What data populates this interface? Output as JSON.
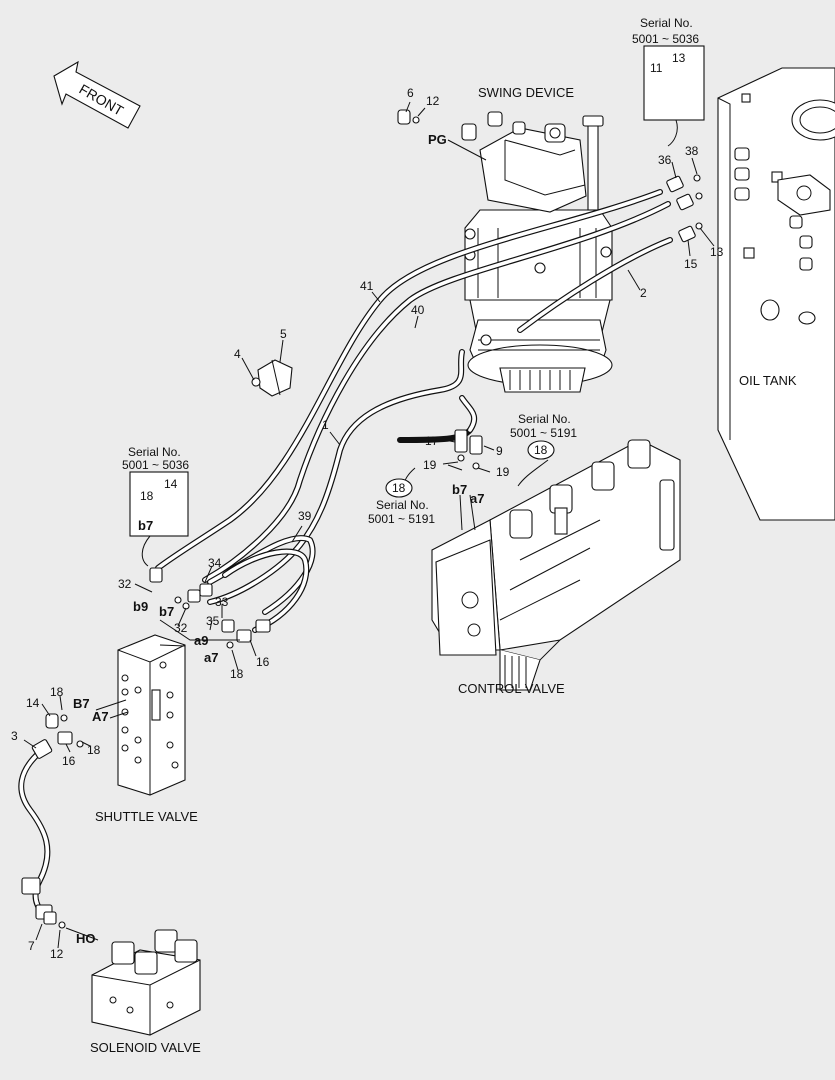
{
  "front_label": "FRONT",
  "components": {
    "swing_device": "SWING DEVICE",
    "oil_tank": "OIL TANK",
    "control_valve": "CONTROL VALVE",
    "shuttle_valve": "SHUTTLE VALVE",
    "solenoid_valve": "SOLENOID VALVE"
  },
  "serial_boxes": {
    "top_right": {
      "title": "Serial No.",
      "range": "5001 ~ 5036",
      "parts": [
        "11",
        "13"
      ]
    },
    "left": {
      "title": "Serial No.",
      "range": "5001 ~ 5036",
      "parts": [
        "18",
        "14"
      ],
      "port": "b7"
    },
    "center_right": {
      "title": "Serial No.",
      "range": "5001 ~ 5191",
      "ref": "18"
    },
    "center_left": {
      "title": "Serial No.",
      "range": "5001 ~ 5191",
      "ref": "18"
    }
  },
  "port_labels": [
    "PG",
    "b7",
    "a7",
    "b9",
    "b7",
    "a9",
    "a7",
    "B7",
    "A7",
    "HO"
  ],
  "callouts": [
    "6",
    "12",
    "36",
    "38",
    "15",
    "13",
    "2",
    "41",
    "40",
    "1",
    "5",
    "4",
    "17",
    "9",
    "19",
    "19",
    "39",
    "34",
    "32",
    "33",
    "35",
    "32",
    "16",
    "18",
    "14",
    "18",
    "3",
    "16",
    "18",
    "7",
    "12"
  ]
}
